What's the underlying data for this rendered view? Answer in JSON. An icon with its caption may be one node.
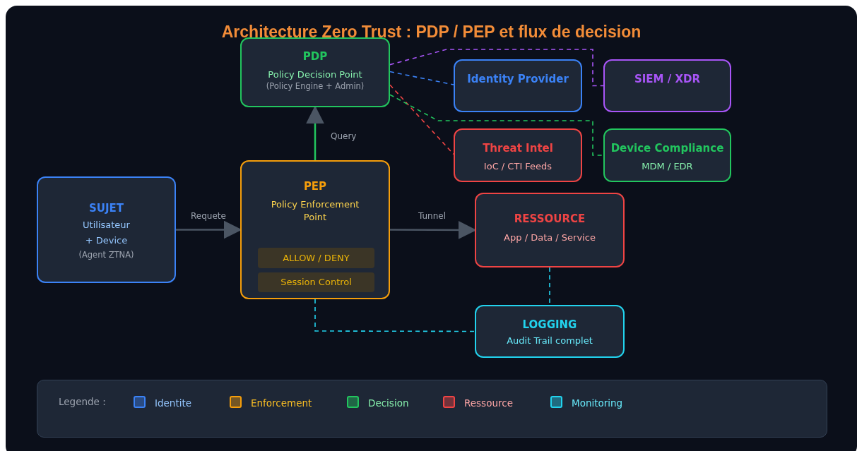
{
  "diagram": {
    "title": "Architecture Zero Trust : PDP / PEP et flux de decision",
    "nodes": [
      {
        "text": [
          "PDP",
          "Policy Decision Point",
          "(Policy Engine + Admin)"
        ]
      },
      {
        "text": [
          "Identity Provider"
        ]
      },
      {
        "text": [
          "SIEM / XDR"
        ]
      },
      {
        "text": [
          "Threat Intel",
          "IoC / CTI Feeds"
        ]
      },
      {
        "text": [
          "Device Compliance",
          "MDM / EDR"
        ]
      },
      {
        "text": [
          "SUJET",
          "Utilisateur",
          "+ Device",
          "(Agent ZTNA)"
        ]
      },
      {
        "text": [
          "PEP",
          "Policy Enforcement Point"
        ]
      },
      {
        "text": [
          "ALLOW / DENY"
        ],
        "in": 6
      },
      {
        "text": [
          "Session Control"
        ],
        "in": 6
      },
      {
        "text": [
          "RESSOURCE",
          "App / Data / Service"
        ]
      },
      {
        "text": [
          "LOGGING",
          "Audit Trail complet"
        ]
      }
    ],
    "edges": [
      {
        "from": 5,
        "to": 6,
        "arrow": "to",
        "label": "Requete"
      },
      {
        "from": 6,
        "to": 0,
        "arrow": "to",
        "label": "Query",
        "color": "#22c55e"
      },
      {
        "from": 6,
        "to": 9,
        "arrow": "to",
        "label": "Tunnel"
      },
      {
        "from": 0,
        "to": 1,
        "arrow": "none",
        "style": "dashed",
        "color": "#3b82f6"
      },
      {
        "from": 0,
        "to": 2,
        "arrow": "none",
        "style": "dashed",
        "color": "#a855f7"
      },
      {
        "from": 0,
        "to": 3,
        "arrow": "none",
        "style": "dashed",
        "color": "#ef4444"
      },
      {
        "from": 0,
        "to": 4,
        "arrow": "none",
        "style": "dashed",
        "color": "#22c55e"
      },
      {
        "from": 9,
        "to": 10,
        "arrow": "none",
        "style": "dashed",
        "color": "#22d3ee"
      },
      {
        "from": 6,
        "to": 10,
        "arrow": "none",
        "style": "dashed",
        "color": "#22d3ee"
      }
    ],
    "labels": [
      "Legende :"
    ],
    "legend": [
      {
        "text": "Identite",
        "color": "#3b82f6"
      },
      {
        "text": "Enforcement",
        "color": "#f59e0b"
      },
      {
        "text": "Decision",
        "color": "#22c55e"
      },
      {
        "text": "Ressource",
        "color": "#ef4444"
      },
      {
        "text": "Monitoring",
        "color": "#22d3ee"
      }
    ]
  }
}
